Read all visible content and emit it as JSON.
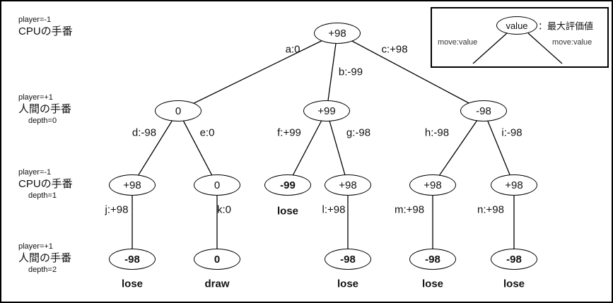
{
  "rows": [
    {
      "player": "player=-1",
      "turn": "CPUの手番",
      "depth": ""
    },
    {
      "player": "player=+1",
      "turn": "人間の手番",
      "depth": "depth=0"
    },
    {
      "player": "player=-1",
      "turn": "CPUの手番",
      "depth": "depth=1"
    },
    {
      "player": "player=+1",
      "turn": "人間の手番",
      "depth": "depth=2"
    }
  ],
  "legend": {
    "node_value": "value",
    "caption": "：最大評価値",
    "left_label": "move:value",
    "right_label": "move:value"
  },
  "nodes": [
    {
      "id": "root",
      "value": "+98",
      "bold": false
    },
    {
      "id": "d0-left",
      "value": "0",
      "bold": false
    },
    {
      "id": "d0-mid",
      "value": "+99",
      "bold": false
    },
    {
      "id": "d0-right",
      "value": "-98",
      "bold": false
    },
    {
      "id": "d1-1",
      "value": "+98",
      "bold": false
    },
    {
      "id": "d1-2",
      "value": "0",
      "bold": false
    },
    {
      "id": "d1-3",
      "value": "-99",
      "bold": true
    },
    {
      "id": "d1-4",
      "value": "+98",
      "bold": false
    },
    {
      "id": "d1-5",
      "value": "+98",
      "bold": false
    },
    {
      "id": "d1-6",
      "value": "+98",
      "bold": false
    },
    {
      "id": "d2-1",
      "value": "-98",
      "bold": true
    },
    {
      "id": "d2-2",
      "value": "0",
      "bold": true
    },
    {
      "id": "d2-3",
      "value": "-98",
      "bold": true
    },
    {
      "id": "d2-4",
      "value": "-98",
      "bold": true
    },
    {
      "id": "d2-5",
      "value": "-98",
      "bold": true
    }
  ],
  "edges": [
    {
      "label": "a:0"
    },
    {
      "label": "b:-99"
    },
    {
      "label": "c:+98"
    },
    {
      "label": "d:-98"
    },
    {
      "label": "e:0"
    },
    {
      "label": "f:+99"
    },
    {
      "label": "g:-98"
    },
    {
      "label": "h:-98"
    },
    {
      "label": "i:-98"
    },
    {
      "label": "j:+98"
    },
    {
      "label": "k:0"
    },
    {
      "label": "l:+98"
    },
    {
      "label": "m:+98"
    },
    {
      "label": "n:+98"
    }
  ],
  "outcomes": [
    {
      "text": "lose"
    },
    {
      "text": "lose"
    },
    {
      "text": "draw"
    },
    {
      "text": "lose"
    },
    {
      "text": "lose"
    },
    {
      "text": "lose"
    }
  ]
}
